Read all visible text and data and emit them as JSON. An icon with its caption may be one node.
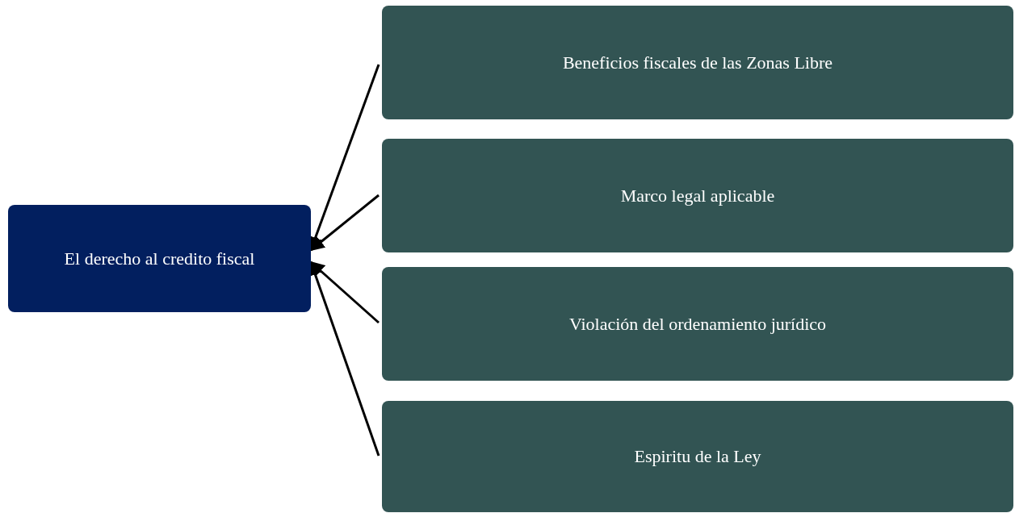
{
  "diagram": {
    "nodes": [
      {
        "text": [
          "El derecho al credito fiscal"
        ]
      },
      {
        "text": [
          "Beneficios fiscales de las Zonas Libre"
        ]
      },
      {
        "text": [
          "Marco legal aplicable"
        ]
      },
      {
        "text": [
          "Violación del ordenamiento jurídico"
        ]
      },
      {
        "text": [
          "Espiritu de la Ley"
        ]
      }
    ],
    "edges": [
      {
        "from": 1,
        "to": 0,
        "arrow": "to"
      },
      {
        "from": 2,
        "to": 0,
        "arrow": "to"
      },
      {
        "from": 3,
        "to": 0,
        "arrow": "to"
      },
      {
        "from": 4,
        "to": 0,
        "arrow": "to"
      }
    ]
  }
}
